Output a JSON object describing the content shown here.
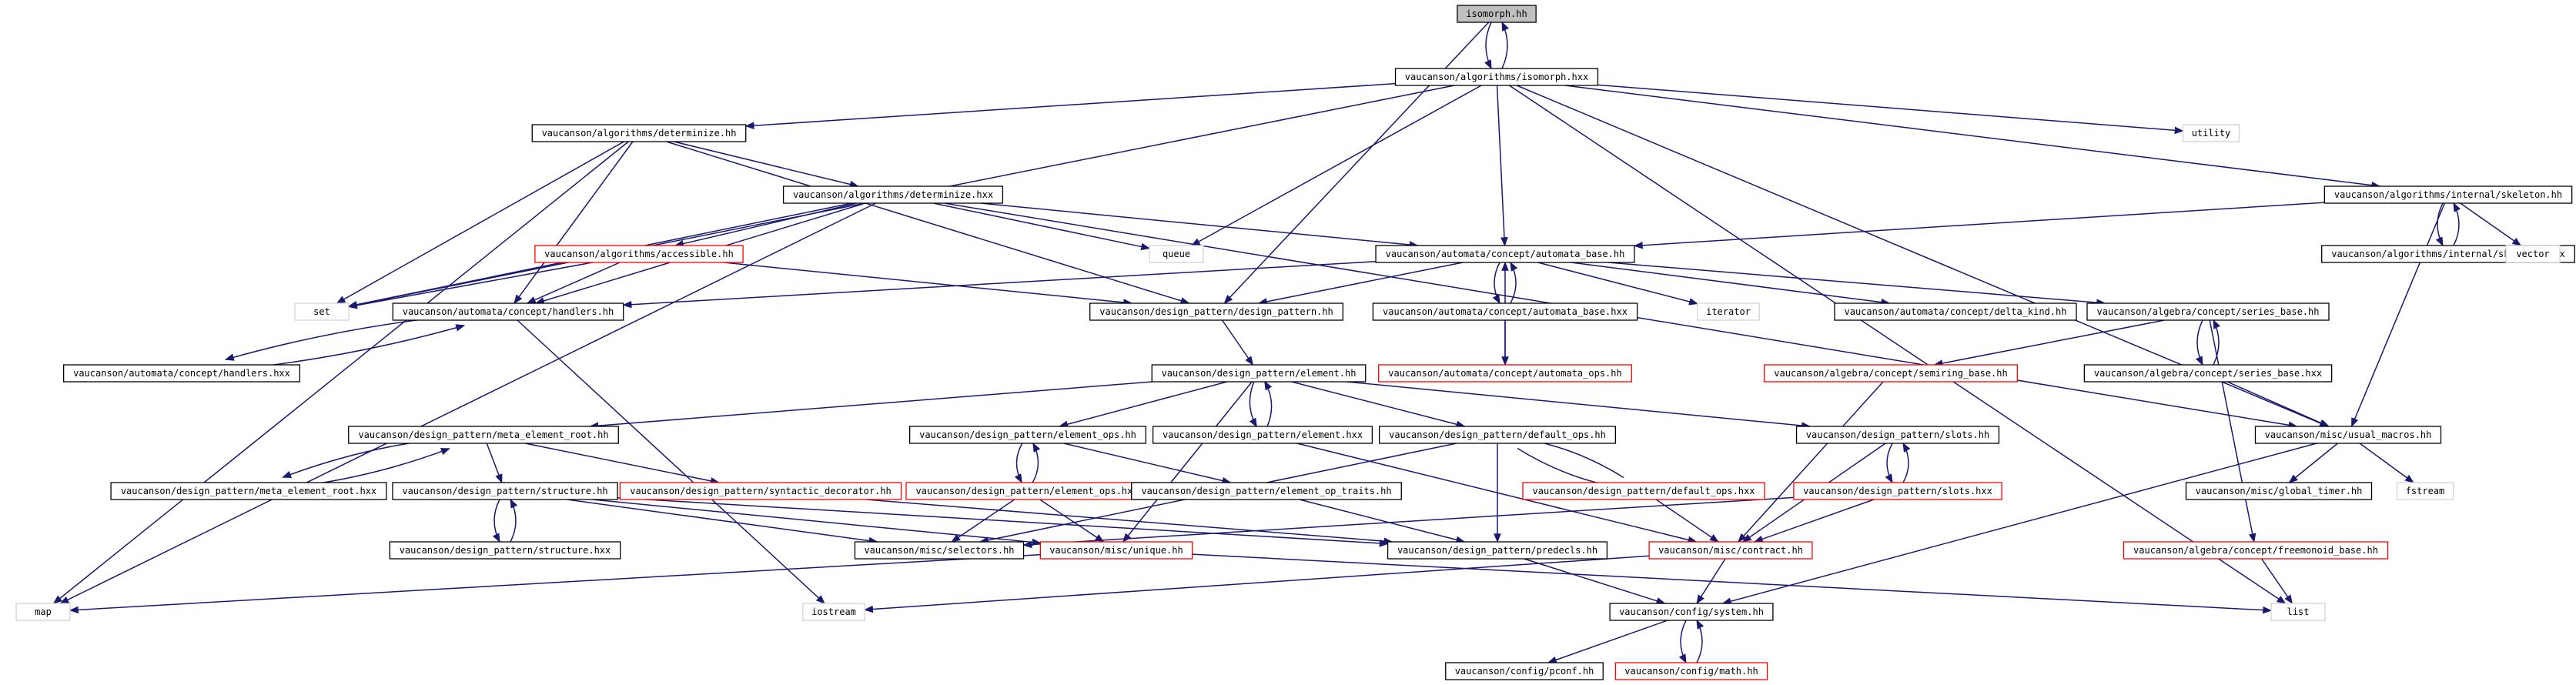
{
  "graph": {
    "colors": {
      "edge": "#191970",
      "node_border_default": "#000000",
      "node_border_incomplete": "#ff0000",
      "node_border_external": "#d3d3d3",
      "node_fill_root": "#bfbfbf",
      "node_fill_default": "#ffffff"
    },
    "nodes": [
      {
        "id": "isomorph_hh",
        "label": "isomorph.hh",
        "style": "root"
      },
      {
        "id": "isomorph_hxx",
        "label": "vaucanson/algorithms/isomorph.hxx",
        "style": "default"
      },
      {
        "id": "determinize_hh",
        "label": "vaucanson/algorithms/determinize.hh",
        "style": "default"
      },
      {
        "id": "utility",
        "label": "utility",
        "style": "external"
      },
      {
        "id": "skeleton_hh",
        "label": "vaucanson/algorithms/internal/skeleton.hh",
        "style": "default"
      },
      {
        "id": "determinize_hxx",
        "label": "vaucanson/algorithms/determinize.hxx",
        "style": "default"
      },
      {
        "id": "queue",
        "label": "queue",
        "style": "external"
      },
      {
        "id": "skeleton_hxx",
        "label": "vaucanson/algorithms/internal/skeleton.hxx",
        "style": "default"
      },
      {
        "id": "vector",
        "label": "vector",
        "style": "external"
      },
      {
        "id": "accessible_hh",
        "label": "vaucanson/algorithms/accessible.hh",
        "style": "incomplete"
      },
      {
        "id": "automata_base_hh",
        "label": "vaucanson/automata/concept/automata_base.hh",
        "style": "default"
      },
      {
        "id": "set",
        "label": "set",
        "style": "external"
      },
      {
        "id": "handlers_hh",
        "label": "vaucanson/automata/concept/handlers.hh",
        "style": "default"
      },
      {
        "id": "design_pattern_hh",
        "label": "vaucanson/design_pattern/design_pattern.hh",
        "style": "default"
      },
      {
        "id": "automata_base_hxx",
        "label": "vaucanson/automata/concept/automata_base.hxx",
        "style": "default"
      },
      {
        "id": "iterator",
        "label": "iterator",
        "style": "external"
      },
      {
        "id": "delta_kind_hh",
        "label": "vaucanson/automata/concept/delta_kind.hh",
        "style": "default"
      },
      {
        "id": "series_base_hh",
        "label": "vaucanson/algebra/concept/series_base.hh",
        "style": "default"
      },
      {
        "id": "handlers_hxx",
        "label": "vaucanson/automata/concept/handlers.hxx",
        "style": "default"
      },
      {
        "id": "automata_ops_hh",
        "label": "vaucanson/automata/concept/automata_ops.hh",
        "style": "incomplete"
      },
      {
        "id": "semiring_base_hh",
        "label": "vaucanson/algebra/concept/semiring_base.hh",
        "style": "incomplete"
      },
      {
        "id": "series_base_hxx",
        "label": "vaucanson/algebra/concept/series_base.hxx",
        "style": "default"
      },
      {
        "id": "element_hh",
        "label": "vaucanson/design_pattern/element.hh",
        "style": "default"
      },
      {
        "id": "meta_element_root_hh",
        "label": "vaucanson/design_pattern/meta_element_root.hh",
        "style": "default"
      },
      {
        "id": "element_ops_hh",
        "label": "vaucanson/design_pattern/element_ops.hh",
        "style": "default"
      },
      {
        "id": "element_hxx",
        "label": "vaucanson/design_pattern/element.hxx",
        "style": "default"
      },
      {
        "id": "default_ops_hh",
        "label": "vaucanson/design_pattern/default_ops.hh",
        "style": "default"
      },
      {
        "id": "slots_hh",
        "label": "vaucanson/design_pattern/slots.hh",
        "style": "default"
      },
      {
        "id": "usual_macros_hh",
        "label": "vaucanson/misc/usual_macros.hh",
        "style": "default"
      },
      {
        "id": "meta_element_root_hxx",
        "label": "vaucanson/design_pattern/meta_element_root.hxx",
        "style": "default"
      },
      {
        "id": "structure_hh",
        "label": "vaucanson/design_pattern/structure.hh",
        "style": "default"
      },
      {
        "id": "syntactic_decorator_hh",
        "label": "vaucanson/design_pattern/syntactic_decorator.hh",
        "style": "incomplete"
      },
      {
        "id": "element_ops_hxx",
        "label": "vaucanson/design_pattern/element_ops.hxx",
        "style": "incomplete"
      },
      {
        "id": "element_op_traits_hh",
        "label": "vaucanson/design_pattern/element_op_traits.hh",
        "style": "default"
      },
      {
        "id": "default_ops_hxx",
        "label": "vaucanson/design_pattern/default_ops.hxx",
        "style": "incomplete"
      },
      {
        "id": "slots_hxx",
        "label": "vaucanson/design_pattern/slots.hxx",
        "style": "incomplete"
      },
      {
        "id": "global_timer_hh",
        "label": "vaucanson/misc/global_timer.hh",
        "style": "default"
      },
      {
        "id": "fstream",
        "label": "fstream",
        "style": "external"
      },
      {
        "id": "structure_hxx",
        "label": "vaucanson/design_pattern/structure.hxx",
        "style": "default"
      },
      {
        "id": "selectors_hh",
        "label": "vaucanson/misc/selectors.hh",
        "style": "default"
      },
      {
        "id": "unique_hh",
        "label": "vaucanson/misc/unique.hh",
        "style": "incomplete"
      },
      {
        "id": "predecls_hh",
        "label": "vaucanson/design_pattern/predecls.hh",
        "style": "default"
      },
      {
        "id": "contract_hh",
        "label": "vaucanson/misc/contract.hh",
        "style": "incomplete"
      },
      {
        "id": "freemonoid_base_hh",
        "label": "vaucanson/algebra/concept/freemonoid_base.hh",
        "style": "incomplete"
      },
      {
        "id": "map",
        "label": "map",
        "style": "external"
      },
      {
        "id": "iostream",
        "label": "iostream",
        "style": "external"
      },
      {
        "id": "system_hh",
        "label": "vaucanson/config/system.hh",
        "style": "default"
      },
      {
        "id": "list",
        "label": "list",
        "style": "external"
      },
      {
        "id": "pconf_hh",
        "label": "vaucanson/config/pconf.hh",
        "style": "default"
      },
      {
        "id": "math_hh",
        "label": "vaucanson/config/math.hh",
        "style": "incomplete"
      }
    ],
    "edges": [
      [
        "isomorph_hh",
        "isomorph_hxx"
      ],
      [
        "isomorph_hxx",
        "isomorph_hh"
      ],
      [
        "isomorph_hh",
        "design_pattern_hh"
      ],
      [
        "isomorph_hxx",
        "determinize_hh"
      ],
      [
        "isomorph_hxx",
        "utility"
      ],
      [
        "isomorph_hxx",
        "skeleton_hh"
      ],
      [
        "isomorph_hxx",
        "queue"
      ],
      [
        "isomorph_hxx",
        "set"
      ],
      [
        "isomorph_hxx",
        "automata_base_hh"
      ],
      [
        "isomorph_hxx",
        "usual_macros_hh"
      ],
      [
        "isomorph_hxx",
        "list"
      ],
      [
        "determinize_hh",
        "determinize_hxx"
      ],
      [
        "determinize_hh",
        "set"
      ],
      [
        "determinize_hh",
        "map"
      ],
      [
        "determinize_hh",
        "handlers_hh"
      ],
      [
        "determinize_hh",
        "design_pattern_hh"
      ],
      [
        "determinize_hxx",
        "queue"
      ],
      [
        "determinize_hxx",
        "accessible_hh"
      ],
      [
        "determinize_hxx",
        "automata_base_hh"
      ],
      [
        "determinize_hxx",
        "set"
      ],
      [
        "determinize_hxx",
        "map"
      ],
      [
        "determinize_hxx",
        "usual_macros_hh"
      ],
      [
        "determinize_hxx",
        "handlers_hh"
      ],
      [
        "skeleton_hh",
        "skeleton_hxx"
      ],
      [
        "skeleton_hxx",
        "skeleton_hh"
      ],
      [
        "skeleton_hh",
        "vector"
      ],
      [
        "skeleton_hh",
        "automata_base_hh"
      ],
      [
        "skeleton_hh",
        "usual_macros_hh"
      ],
      [
        "accessible_hh",
        "set"
      ],
      [
        "accessible_hh",
        "handlers_hh"
      ],
      [
        "accessible_hh",
        "design_pattern_hh"
      ],
      [
        "automata_base_hh",
        "design_pattern_hh"
      ],
      [
        "automata_base_hh",
        "automata_base_hxx"
      ],
      [
        "automata_base_hxx",
        "automata_base_hh"
      ],
      [
        "automata_base_hh",
        "handlers_hh"
      ],
      [
        "automata_base_hh",
        "iterator"
      ],
      [
        "automata_base_hh",
        "delta_kind_hh"
      ],
      [
        "automata_base_hh",
        "series_base_hh"
      ],
      [
        "automata_base_hxx",
        "automata_ops_hh"
      ],
      [
        "automata_ops_hh",
        "automata_base_hh"
      ],
      [
        "handlers_hh",
        "handlers_hxx"
      ],
      [
        "handlers_hxx",
        "handlers_hh"
      ],
      [
        "handlers_hh",
        "iostream"
      ],
      [
        "design_pattern_hh",
        "element_hh"
      ],
      [
        "series_base_hh",
        "semiring_base_hh"
      ],
      [
        "series_base_hh",
        "series_base_hxx"
      ],
      [
        "series_base_hxx",
        "series_base_hh"
      ],
      [
        "series_base_hh",
        "freemonoid_base_hh"
      ],
      [
        "series_base_hxx",
        "usual_macros_hh"
      ],
      [
        "semiring_base_hh",
        "contract_hh"
      ],
      [
        "element_hh",
        "meta_element_root_hh"
      ],
      [
        "element_hh",
        "element_ops_hh"
      ],
      [
        "element_hh",
        "element_hxx"
      ],
      [
        "element_hxx",
        "element_hh"
      ],
      [
        "element_hh",
        "default_ops_hh"
      ],
      [
        "element_hh",
        "slots_hh"
      ],
      [
        "element_hh",
        "unique_hh"
      ],
      [
        "element_hxx",
        "contract_hh"
      ],
      [
        "meta_element_root_hh",
        "meta_element_root_hxx"
      ],
      [
        "meta_element_root_hxx",
        "meta_element_root_hh"
      ],
      [
        "meta_element_root_hh",
        "structure_hh"
      ],
      [
        "meta_element_root_hh",
        "syntactic_decorator_hh"
      ],
      [
        "element_ops_hh",
        "element_ops_hxx"
      ],
      [
        "element_ops_hxx",
        "element_ops_hh"
      ],
      [
        "element_ops_hh",
        "element_op_traits_hh"
      ],
      [
        "element_ops_hxx",
        "selectors_hh"
      ],
      [
        "element_ops_hxx",
        "unique_hh"
      ],
      [
        "element_op_traits_hh",
        "predecls_hh"
      ],
      [
        "default_ops_hh",
        "default_ops_hxx"
      ],
      [
        "default_ops_hxx",
        "default_ops_hh"
      ],
      [
        "default_ops_hh",
        "predecls_hh"
      ],
      [
        "default_ops_hh",
        "selectors_hh"
      ],
      [
        "default_ops_hxx",
        "contract_hh"
      ],
      [
        "slots_hh",
        "slots_hxx"
      ],
      [
        "slots_hxx",
        "slots_hh"
      ],
      [
        "slots_hxx",
        "contract_hh"
      ],
      [
        "slots_hh",
        "contract_hh"
      ],
      [
        "slots_hxx",
        "selectors_hh"
      ],
      [
        "structure_hh",
        "structure_hxx"
      ],
      [
        "structure_hxx",
        "structure_hh"
      ],
      [
        "structure_hh",
        "predecls_hh"
      ],
      [
        "structure_hh",
        "selectors_hh"
      ],
      [
        "structure_hh",
        "unique_hh"
      ],
      [
        "syntactic_decorator_hh",
        "predecls_hh"
      ],
      [
        "usual_macros_hh",
        "global_timer_hh"
      ],
      [
        "usual_macros_hh",
        "fstream"
      ],
      [
        "usual_macros_hh",
        "system_hh"
      ],
      [
        "unique_hh",
        "map"
      ],
      [
        "unique_hh",
        "list"
      ],
      [
        "predecls_hh",
        "system_hh"
      ],
      [
        "contract_hh",
        "system_hh"
      ],
      [
        "contract_hh",
        "iostream"
      ],
      [
        "freemonoid_base_hh",
        "list"
      ],
      [
        "system_hh",
        "pconf_hh"
      ],
      [
        "system_hh",
        "math_hh"
      ],
      [
        "math_hh",
        "system_hh"
      ]
    ]
  }
}
